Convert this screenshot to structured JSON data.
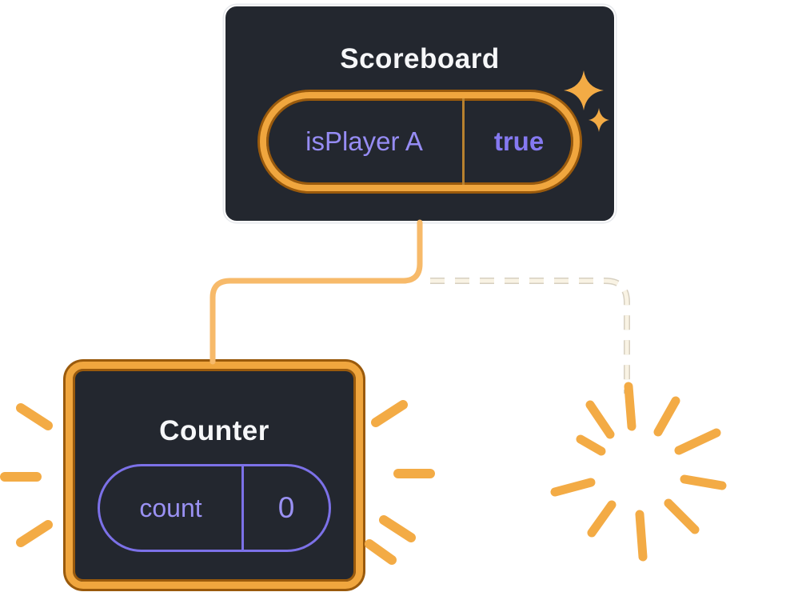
{
  "scoreboard": {
    "title": "Scoreboard",
    "state": {
      "key": "isPlayer A",
      "value": "true"
    }
  },
  "counter": {
    "title": "Counter",
    "state": {
      "key": "count",
      "value": "0"
    }
  },
  "icons": {
    "sparkle": "sparkle-icon",
    "emphasis_rays": "emphasis-rays-icon",
    "burst": "burst-icon"
  },
  "colors": {
    "card_background": "#23272f",
    "card_text": "#f6f7f9",
    "state_key_purple": "#968cf4",
    "state_value_purple": "#8579f1",
    "pill_purple_border": "#7c71e8",
    "highlight_orange": "#f0a63e",
    "highlight_orange_dark": "#9a5a0c",
    "connector_orange": "#f7ba6a",
    "ray_orange": "#f3ab45",
    "dashed_connector": "#f6efdd"
  }
}
